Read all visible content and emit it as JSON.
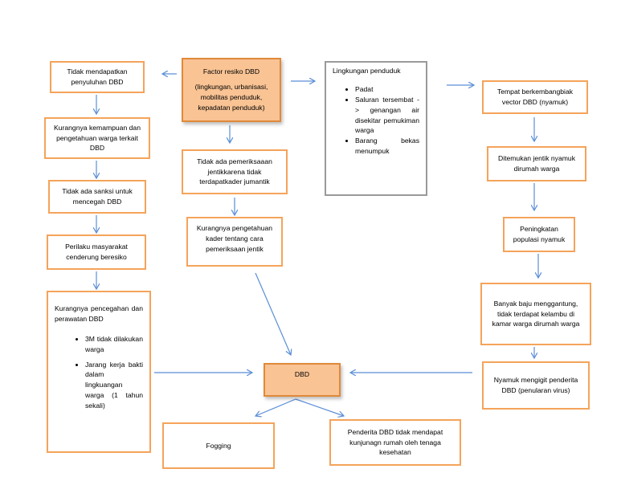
{
  "colors": {
    "border": "#f5a35a",
    "fill": "#f9c394",
    "arrow": "#5b8ed6"
  },
  "nodes": {
    "factor": {
      "title": "Factor resiko DBD",
      "body": "(lingkungan, urbanisasi, mobilitas penduduk, kepadatan penduduk)"
    },
    "penyuluhan": "Tidak mendapatkan penyuluhan DBD",
    "kemampuan": "Kurangnya kemampuan dan pengetahuan warga terkait DBD",
    "sanksi": "Tidak ada sanksi untuk mencegah DBD",
    "perilaku": "Perilaku masyarakat cenderung beresiko",
    "pencegahan": {
      "intro": "Kurangnya pencegahan dan perawatan DBD",
      "items": [
        "3M tidak dilakukan warga",
        "Jarang kerja bakti dalam lingkuangan warga (1 tahun sekali)"
      ]
    },
    "jentik_check": "Tidak ada pemeriksaaan jentikkarena tidak terdapatkader jumantik",
    "kader": "Kurangnya pengetahuan kader tentang cara pemeriksaan jentik",
    "lingkungan": {
      "title": "Lingkungan penduduk",
      "items": [
        "Padat",
        "Saluran tersembat -> genangan air disekitar pemukiman warga",
        "Barang bekas menumpuk"
      ]
    },
    "tempat": "Tempat berkembangbiak vector DBD (nyamuk)",
    "ditemukan": "Ditemukan jentik nyamuk dirumah warga",
    "peningkatan": "Peningkatan populasi nyamuk",
    "baju": "Banyak baju menggantung, tidak terdapat kelambu di kamar warga dirumah warga",
    "menggigit": "Nyamuk mengigit penderita DBD (penularan virus)",
    "dbd": "DBD",
    "fogging": "Fogging",
    "penderita": "Penderita DBD tidak mendapat kunjunagn rumah oleh tenaga kesehatan"
  }
}
